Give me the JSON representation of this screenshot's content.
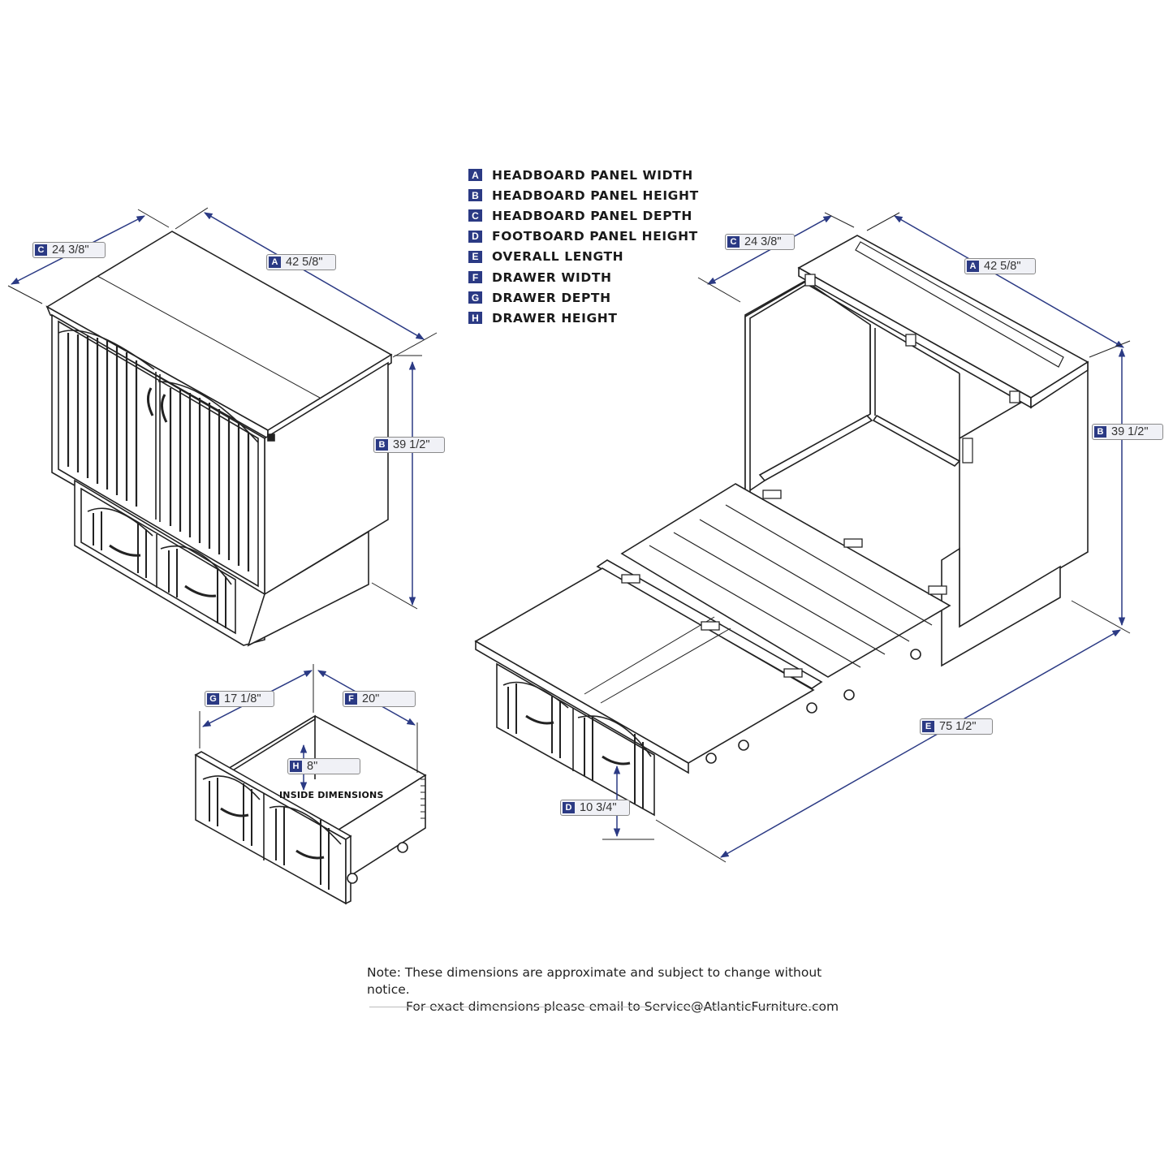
{
  "legend": [
    {
      "letter": "A",
      "text": "HEADBOARD PANEL WIDTH"
    },
    {
      "letter": "B",
      "text": "HEADBOARD PANEL HEIGHT"
    },
    {
      "letter": "C",
      "text": "HEADBOARD PANEL DEPTH"
    },
    {
      "letter": "D",
      "text": "FOOTBOARD PANEL HEIGHT"
    },
    {
      "letter": "E",
      "text": "OVERALL LENGTH"
    },
    {
      "letter": "F",
      "text": "DRAWER WIDTH"
    },
    {
      "letter": "G",
      "text": "DRAWER DEPTH"
    },
    {
      "letter": "H",
      "text": "DRAWER HEIGHT"
    }
  ],
  "callouts": {
    "closed_c": {
      "letter": "C",
      "value": "24 3/8\""
    },
    "closed_a": {
      "letter": "A",
      "value": "42 5/8\""
    },
    "closed_b": {
      "letter": "B",
      "value": "39 1/2\""
    },
    "open_c": {
      "letter": "C",
      "value": "24 3/8\""
    },
    "open_a": {
      "letter": "A",
      "value": "42 5/8\""
    },
    "open_b": {
      "letter": "B",
      "value": "39 1/2\""
    },
    "open_e": {
      "letter": "E",
      "value": "75 1/2\""
    },
    "open_d": {
      "letter": "D",
      "value": "10 3/4\""
    },
    "drawer_g": {
      "letter": "G",
      "value": "17 1/8\""
    },
    "drawer_f": {
      "letter": "F",
      "value": "20\""
    },
    "drawer_h": {
      "letter": "H",
      "value": "8\""
    }
  },
  "inside_label": "INSIDE DIMENSIONS",
  "note": {
    "line1": "Note:  These dimensions are approximate and subject to change without notice.",
    "line2": "For exact dimensions please email to Service@AtlanticFurniture.com"
  },
  "colors": {
    "accent": "#2b3a84",
    "line": "#222222",
    "callout_bg": "#f0f1f6"
  }
}
